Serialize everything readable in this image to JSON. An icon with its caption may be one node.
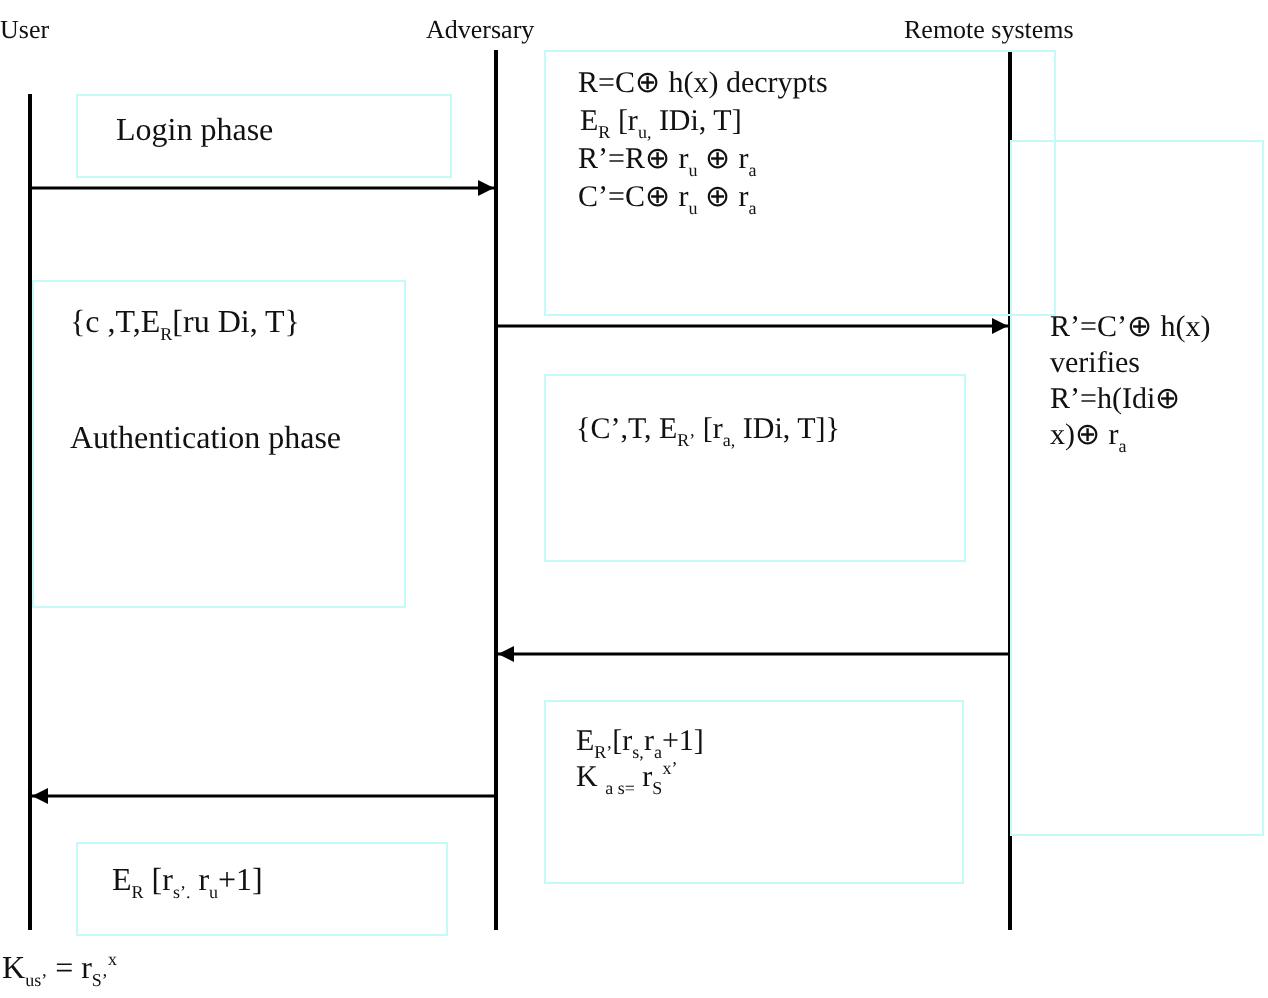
{
  "diagram": {
    "nodes": [
      {
        "text": [],
        "shape": "bar"
      },
      {
        "text": [],
        "shape": "bar"
      },
      {
        "text": [],
        "shape": "bar"
      },
      {
        "text": [
          "Login phase"
        ]
      },
      {
        "text": [
          "R=C⊕ h(x) decrypts",
          "E$_{R}$ [r$_{u,}$ IDi, T]",
          "R’=R⊕ r$_{u}$ ⊕ r$_{a}$",
          "C’=C⊕ r$_{u}$ ⊕ r$_{a}$"
        ]
      },
      {
        "text": [
          "{C’,T, E$_{R’}$ [r$_{a,}$ IDi, T]}"
        ]
      },
      {
        "text": [
          "R’=C’⊕ h(x) verifies R’=h(Idi⊕ x)⊕ r$_{a}$"
        ]
      },
      {
        "text": [
          "{c ,T,E$_{R}$[ru Di, T}",
          "Authentication phase"
        ]
      },
      {
        "text": [
          "E$_{R’}$[r$_{s,}$r$_{a}$+1]",
          "K $_{a s=}$ r$_{S}$$^{x’}$"
        ]
      },
      {
        "text": [
          "E$_{R}$ [r$_{s’.}$ r$_{u}$+1]"
        ]
      }
    ],
    "edges": [
      {
        "from": 0,
        "to": 1,
        "arrow": "to"
      },
      {
        "from": 1,
        "to": 2,
        "arrow": "to"
      },
      {
        "from": 2,
        "to": 1,
        "arrow": "to"
      },
      {
        "from": 1,
        "to": 0,
        "arrow": "to"
      }
    ],
    "labels": [
      "User",
      "Adversary",
      "Remote systems",
      "K$_{us’}$ = r$_{S’}$$^{x}$"
    ]
  }
}
